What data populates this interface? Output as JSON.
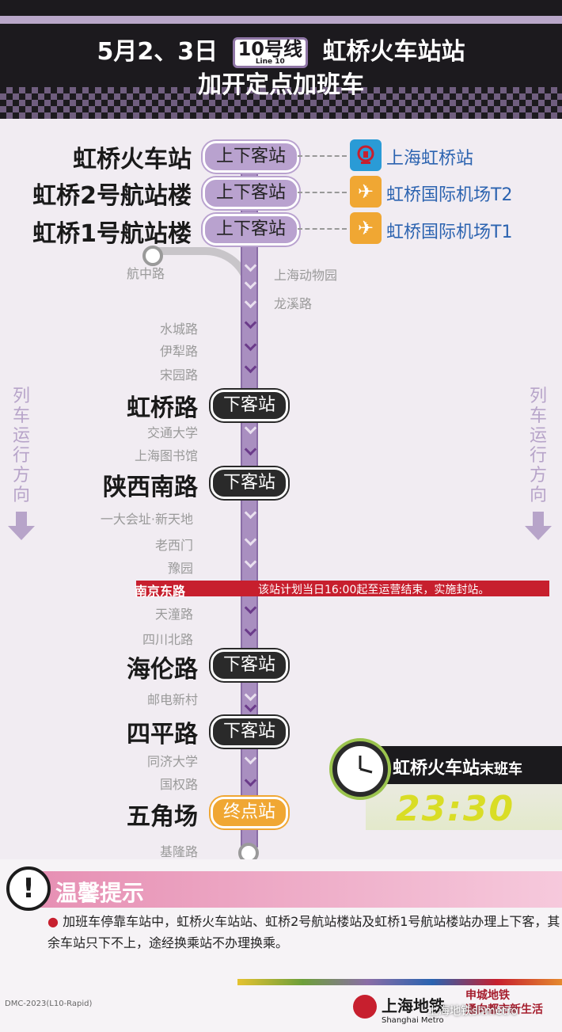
{
  "header": {
    "date": "5月2、3日",
    "line_badge_main": "10号线",
    "line_badge_sub": "Line 10",
    "station": "虹桥火车站站",
    "subtitle": "加开定点加班车"
  },
  "stations_major": [
    {
      "name": "虹桥火车站",
      "status": "上下客站",
      "transfer": "上海虹桥站",
      "transfer_icon": "railway-icon"
    },
    {
      "name": "虹桥2号航站楼",
      "status": "上下客站",
      "transfer": "虹桥国际机场T2",
      "transfer_icon": "airplane-icon"
    },
    {
      "name": "虹桥1号航站楼",
      "status": "上下客站",
      "transfer": "虹桥国际机场T1",
      "transfer_icon": "airplane-icon"
    }
  ],
  "branch": {
    "left": "航中路",
    "right1": "上海动物园",
    "right2": "龙溪路"
  },
  "minor": {
    "shuicheng": "水城路",
    "yili": "伊犁路",
    "songyuan": "宋园路",
    "jiaotong": "交通大学",
    "library": "上海图书馆",
    "yida": "一大会址·新天地",
    "laoximen": "老西门",
    "yuyuan": "豫园",
    "tiantong": "天潼路",
    "sichuan": "四川北路",
    "youdian": "邮电新村",
    "tongji": "同济大学",
    "guoquan": "国权路",
    "jilong": "基隆路"
  },
  "alight": [
    {
      "name": "虹桥路",
      "status": "下客站"
    },
    {
      "name": "陕西南路",
      "status": "下客站"
    },
    {
      "name": "海伦路",
      "status": "下客站"
    },
    {
      "name": "四平路",
      "status": "下客站"
    }
  ],
  "terminal": {
    "name": "五角场",
    "status": "终点站"
  },
  "closure": {
    "station": "南京东路",
    "note": "该站计划当日16:00起至运营结束，实施封站。"
  },
  "direction": {
    "chars": [
      "列",
      "车",
      "运",
      "行",
      "方",
      "向"
    ]
  },
  "last_train": {
    "title": "虹桥火车站",
    "suffix": "末班车",
    "time": "23:30"
  },
  "tips": {
    "title": "温馨提示",
    "text": "加班车停靠车站中，虹桥火车站站、虹桥2号航站楼站及虹桥1号航站楼站办理上下客，其余车站只下不上，途经换乘站不办理换乘。"
  },
  "footer": {
    "code": "DMC-2023(L10-Rapid)",
    "logo_cn": "上海地铁",
    "logo_en": "Shanghai Metro",
    "slogan1": "申城地铁",
    "slogan2": "通向都市新生活",
    "watermark": "上海地铁shmetro"
  },
  "colors": {
    "line10": "#a98fc0",
    "closure": "#c71f2e",
    "terminal": "#f0a733",
    "railway": "#2a9bd6",
    "airport": "#f0a733"
  }
}
